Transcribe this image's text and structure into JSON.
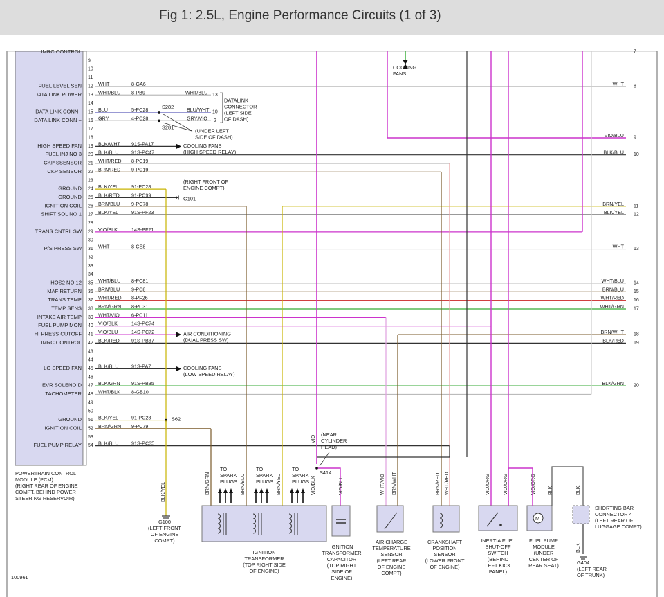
{
  "header": {
    "title": "Fig 1: 2.5L, Engine Performance Circuits (1 of 3)"
  },
  "colors": {
    "pcm_fill": "#d8d8f0",
    "pcm_border": "#777777",
    "VIO": "#cc33cc",
    "BLU": "#3333aa",
    "GRY": "#888888",
    "WHT": "#bbbbbb",
    "BLK": "#333333",
    "BRN": "#7a5a2a",
    "YEL": "#c8b400",
    "RED": "#d04040",
    "GRN": "#33aa33",
    "ORG": "#e08020",
    "header_bg": "#dddddd"
  },
  "pcm": {
    "rows": [
      {
        "pin": "",
        "signal": "IMRC CONTROL",
        "wire": "",
        "circuit": "",
        "rcolor": "",
        "rnum": ""
      },
      {
        "pin": "9",
        "signal": "",
        "wire": "",
        "circuit": "",
        "rcolor": "",
        "rnum": ""
      },
      {
        "pin": "10",
        "signal": "",
        "wire": "",
        "circuit": "",
        "rcolor": "",
        "rnum": ""
      },
      {
        "pin": "11",
        "signal": "",
        "wire": "",
        "circuit": "",
        "rcolor": "",
        "rnum": ""
      },
      {
        "pin": "12",
        "signal": "FUEL LEVEL SEN",
        "wire": "WHT",
        "circuit": "8-GA6",
        "rcolor": "WHT",
        "rnum": "8"
      },
      {
        "pin": "13",
        "signal": "DATA LINK POWER",
        "wire": "WHT/BLU",
        "circuit": "8-PB9",
        "rcolor": "",
        "rnum": ""
      },
      {
        "pin": "14",
        "signal": "",
        "wire": "",
        "circuit": "",
        "rcolor": "",
        "rnum": ""
      },
      {
        "pin": "15",
        "signal": "DATA LINK CONN -",
        "wire": "BLU",
        "circuit": "5-PC28",
        "rcolor": "",
        "rnum": ""
      },
      {
        "pin": "16",
        "signal": "DATA LINK CONN +",
        "wire": "GRY",
        "circuit": "4-PC28",
        "rcolor": "",
        "rnum": ""
      },
      {
        "pin": "17",
        "signal": "",
        "wire": "",
        "circuit": "",
        "rcolor": "",
        "rnum": ""
      },
      {
        "pin": "18",
        "signal": "",
        "wire": "",
        "circuit": "",
        "rcolor": "VIO/BLU",
        "rnum": "9"
      },
      {
        "pin": "19",
        "signal": "HIGH SPEED FAN",
        "wire": "BLK/WHT",
        "circuit": "91S-PA17",
        "rcolor": "",
        "rnum": ""
      },
      {
        "pin": "20",
        "signal": "FUEL INJ NO 3",
        "wire": "BLK/BLU",
        "circuit": "91S-PC47",
        "rcolor": "BLK/BLU",
        "rnum": "10"
      },
      {
        "pin": "21",
        "signal": "CKP SSENSOR",
        "wire": "WHT/RED",
        "circuit": "8-PC19",
        "rcolor": "",
        "rnum": ""
      },
      {
        "pin": "22",
        "signal": "CKP SENSOR",
        "wire": "BRN/RED",
        "circuit": "9-PC19",
        "rcolor": "",
        "rnum": ""
      },
      {
        "pin": "23",
        "signal": "",
        "wire": "",
        "circuit": "",
        "rcolor": "",
        "rnum": ""
      },
      {
        "pin": "24",
        "signal": "GROUND",
        "wire": "BLK/YEL",
        "circuit": "91-PC28",
        "rcolor": "",
        "rnum": ""
      },
      {
        "pin": "25",
        "signal": "GROUND",
        "wire": "BLK/RED",
        "circuit": "91-PC99",
        "rcolor": "",
        "rnum": ""
      },
      {
        "pin": "26",
        "signal": "IGNITION COIL",
        "wire": "BRN/BLU",
        "circuit": "9-PC78",
        "rcolor": "BRN/YEL",
        "rnum": "11"
      },
      {
        "pin": "27",
        "signal": "SHIFT SOL NO 1",
        "wire": "BLK/YEL",
        "circuit": "91S-PF23",
        "rcolor": "BLK/YEL",
        "rnum": "12"
      },
      {
        "pin": "28",
        "signal": "",
        "wire": "",
        "circuit": "",
        "rcolor": "",
        "rnum": ""
      },
      {
        "pin": "29",
        "signal": "TRANS CNTRL SW",
        "wire": "VIO/BLK",
        "circuit": "14S-PF21",
        "rcolor": "",
        "rnum": ""
      },
      {
        "pin": "30",
        "signal": "",
        "wire": "",
        "circuit": "",
        "rcolor": "",
        "rnum": ""
      },
      {
        "pin": "31",
        "signal": "P/S PRESS SW",
        "wire": "WHT",
        "circuit": "8-CE8",
        "rcolor": "WHT",
        "rnum": "13"
      },
      {
        "pin": "32",
        "signal": "",
        "wire": "",
        "circuit": "",
        "rcolor": "",
        "rnum": ""
      },
      {
        "pin": "33",
        "signal": "",
        "wire": "",
        "circuit": "",
        "rcolor": "",
        "rnum": ""
      },
      {
        "pin": "34",
        "signal": "",
        "wire": "",
        "circuit": "",
        "rcolor": "",
        "rnum": ""
      },
      {
        "pin": "35",
        "signal": "HOS2 NO 12",
        "wire": "WHT/BLU",
        "circuit": "8-PC81",
        "rcolor": "WHT/BLU",
        "rnum": "14"
      },
      {
        "pin": "36",
        "signal": "MAF RETURN",
        "wire": "BRN/BLU",
        "circuit": "9-PC8",
        "rcolor": "BRN/BLU",
        "rnum": "15"
      },
      {
        "pin": "37",
        "signal": "TRANS TEMP",
        "wire": "WHT/RED",
        "circuit": "8-PF26",
        "rcolor": "WHT/RED",
        "rnum": "16"
      },
      {
        "pin": "38",
        "signal": "TEMP SENS",
        "wire": "BRN/GRN",
        "circuit": "8-PC31",
        "rcolor": "WHT/GRN",
        "rnum": "17"
      },
      {
        "pin": "39",
        "signal": "INTAKE AIR TEMP",
        "wire": "WHT/VIO",
        "circuit": "6-PC11",
        "rcolor": "",
        "rnum": ""
      },
      {
        "pin": "40",
        "signal": "FUEL PUMP MON",
        "wire": "VIO/BLK",
        "circuit": "14S-PC74",
        "rcolor": "",
        "rnum": ""
      },
      {
        "pin": "41",
        "signal": "HI PRESS CUTOFF",
        "wire": "VIO/BLU",
        "circuit": "14S-PC72",
        "rcolor": "BRN/WHT",
        "rnum": "18"
      },
      {
        "pin": "42",
        "signal": "IMRC CONTROL",
        "wire": "BLK/RED",
        "circuit": "91S-PB37",
        "rcolor": "BLK/RED",
        "rnum": "19"
      },
      {
        "pin": "43",
        "signal": "",
        "wire": "",
        "circuit": "",
        "rcolor": "",
        "rnum": ""
      },
      {
        "pin": "44",
        "signal": "",
        "wire": "",
        "circuit": "",
        "rcolor": "",
        "rnum": ""
      },
      {
        "pin": "45",
        "signal": "LO SPEED FAN",
        "wire": "BLK/BLU",
        "circuit": "91S-PA7",
        "rcolor": "",
        "rnum": ""
      },
      {
        "pin": "46",
        "signal": "",
        "wire": "",
        "circuit": "",
        "rcolor": "",
        "rnum": ""
      },
      {
        "pin": "47",
        "signal": "EVR SOLENOID",
        "wire": "BLK/GRN",
        "circuit": "91S-PB35",
        "rcolor": "BLK/GRN",
        "rnum": "20"
      },
      {
        "pin": "48",
        "signal": "TACHOMETER",
        "wire": "WHT/BLK",
        "circuit": "8-GB10",
        "rcolor": "",
        "rnum": ""
      },
      {
        "pin": "49",
        "signal": "",
        "wire": "",
        "circuit": "",
        "rcolor": "",
        "rnum": ""
      },
      {
        "pin": "50",
        "signal": "",
        "wire": "",
        "circuit": "",
        "rcolor": "",
        "rnum": ""
      },
      {
        "pin": "51",
        "signal": "GROUND",
        "wire": "BLK/YEL",
        "circuit": "91-PC28",
        "rcolor": "",
        "rnum": ""
      },
      {
        "pin": "52",
        "signal": "IGNITION COIL",
        "wire": "BRN/GRN",
        "circuit": "9-PC79",
        "rcolor": "",
        "rnum": ""
      },
      {
        "pin": "53",
        "signal": "",
        "wire": "",
        "circuit": "",
        "rcolor": "",
        "rnum": ""
      },
      {
        "pin": "54",
        "signal": "FUEL PUMP RELAY",
        "wire": "BLK/BLU",
        "circuit": "91S-PC35",
        "rcolor": "",
        "rnum": ""
      }
    ],
    "label": "POWERTRAIN CONTROL\nMODULE (PCM)\n(RIGHT REAR OF ENGINE\nCOMPT, BEHIND POWER\nSTEERING RESERVOIR)"
  },
  "right_top": {
    "num": "7",
    "pin8": "8"
  },
  "datalink": {
    "wire13": "WHT/BLU",
    "pin13": "13",
    "wire10": "BLU/WHT",
    "pin10": "10",
    "wire2": "GRY/VIO",
    "pin2": "2",
    "label": "DATALINK\nCONNECTOR\n(LEFT SIDE\nOF DASH)",
    "s282": "S282",
    "s281": "S281",
    "splice_label": "(UNDER LEFT\nSIDE OF DASH)"
  },
  "fans": {
    "top": "COOLING\nFANS",
    "high": "COOLING FANS\n(HIGH SPEED RELAY)",
    "low": "COOLING FANS\n(LOW SPEED RELAY)"
  },
  "ground_g101": {
    "label": "(RIGHT FRONT OF\nENGINE COMPT)",
    "name": "G101"
  },
  "ac": "AIR CONDITIONING\n(DUAL PRESS SW)",
  "s62": "S62",
  "bottom": {
    "vio": "VIO",
    "s414_note": "(NEAR\nCYLINDER\nHEAD)",
    "s414": "S414",
    "spark": "TO\nSPARK\nPLUGS",
    "wire_labels": [
      "BRN/GRN",
      "BRN/BLU",
      "BRN/YEL",
      "VIO/BLK",
      "VIO/BLU",
      "WHT/VIO",
      "BRN/WHT",
      "BRN/RED",
      "WHT/RED",
      "VIO/ORG",
      "VIO/ORG",
      "VIO/ORG",
      "BLK",
      "BLK",
      "BLK",
      "BLK/YEL"
    ],
    "g100": "G100\n(LEFT FRONT\nOF ENGINE\nCOMPT)",
    "ign_transformer": "IGNITION\nTRANSFORMER\n(TOP RIGHT SIDE\nOF ENGINE)",
    "ign_capacitor": "IGNITION\nTRANSFORMER\nCAPACITOR\n(TOP RIGHT\nSIDE OF\nENGINE)",
    "air_temp": "AIR CHARGE\nTEMPERATURE\nSENSOR\n(LEFT REAR\nOF ENGINE\nCOMPT)",
    "crank": "CRANKSHAFT\nPOSITION\nSENSOR\n(LOWER FRONT\nOF ENGINE)",
    "inertia": "INERTIA FUEL\nSHUT-OFF\nSWITCH\n(BEHIND\nLEFT KICK\nPANEL)",
    "pump": "FUEL PUMP\nMODULE\n(UNDER\nCENTER OF\nREAR SEAT)",
    "shorting": "SHORTING BAR\nCONNECTOR 4\n(LEFT REAR OF\nLUGGAGE COMPT)",
    "g404": "G404\n(LEFT REAR\nOF TRUNK)",
    "fig_id": "100961"
  }
}
